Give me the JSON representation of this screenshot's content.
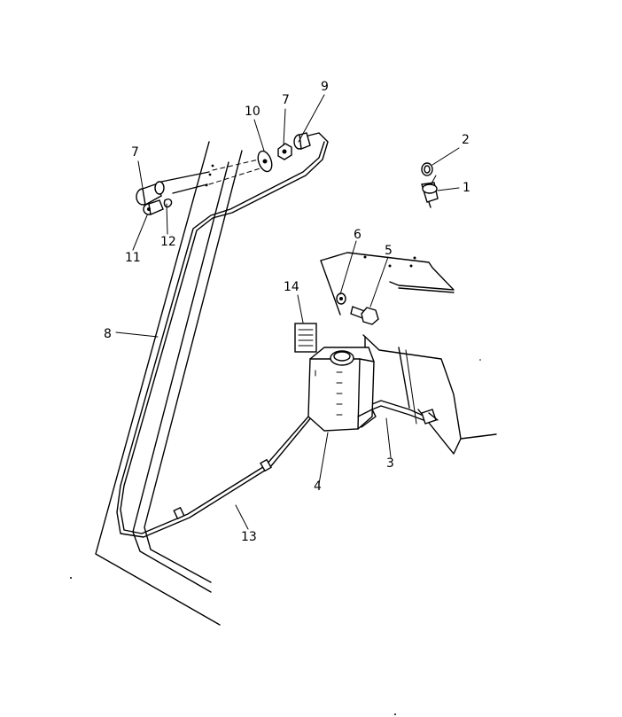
{
  "callouts": {
    "c1": "1",
    "c2": "2",
    "c3": "3",
    "c4": "4",
    "c5": "5",
    "c6": "6",
    "c7a": "7",
    "c7b": "7",
    "c8": "8",
    "c9": "9",
    "c10": "10",
    "c11": "11",
    "c12": "12",
    "c13": "13",
    "c14": "14"
  }
}
